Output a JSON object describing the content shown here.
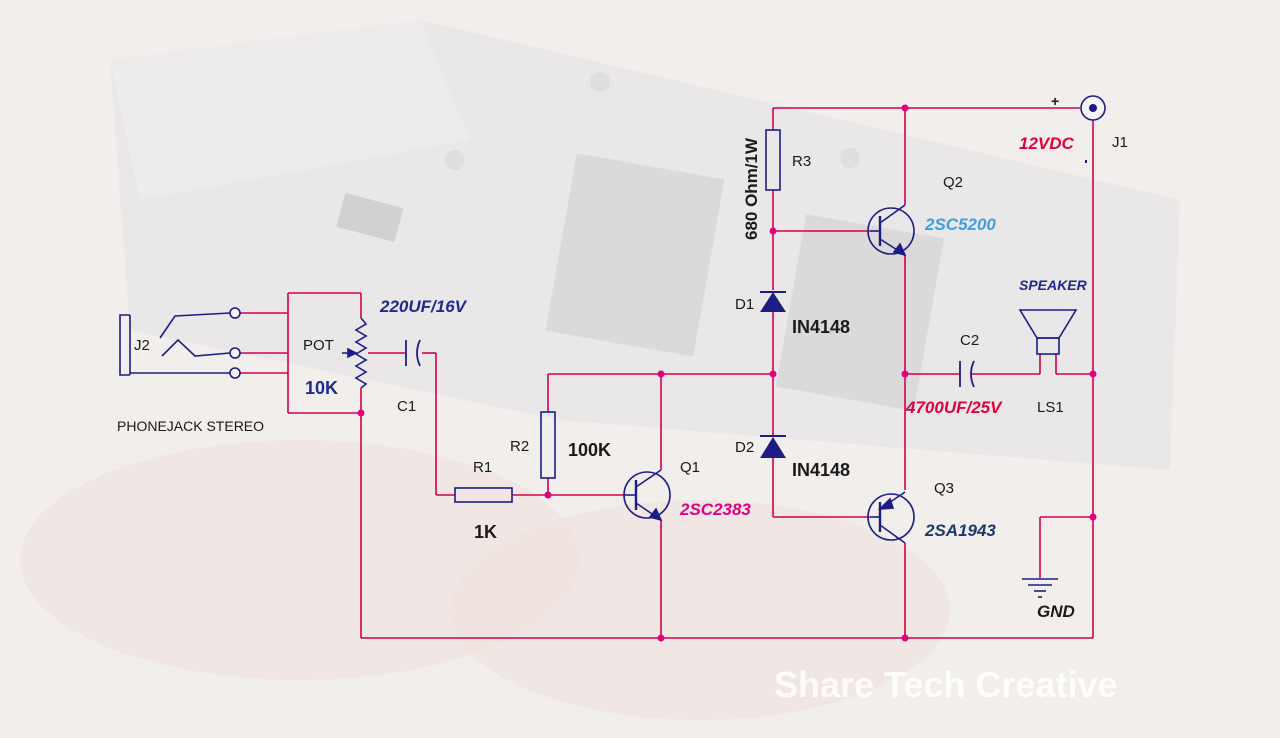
{
  "diagram": {
    "colors": {
      "wire": "#d1004f",
      "node": "#e4007c",
      "component": "#1d1d86",
      "label_dark": "#1a1a1a",
      "value_blue": "#1e2a8c",
      "transistor_part_blue": "#3aa0e0",
      "magenta_value": "#e2008a",
      "red_value": "#e0003a",
      "watermark": "#ffffff"
    },
    "labels": {
      "j2": "J2",
      "phonejack": "PHONEJACK STEREO",
      "pot": "POT",
      "pot_value": "10K",
      "c1": "C1",
      "c1_value": "220UF/16V",
      "r1": "R1",
      "r1_value": "1K",
      "r2": "R2",
      "r2_value": "100K",
      "r3": "R3",
      "r3_value": "680 Ohm/1W",
      "d1": "D1",
      "d1_value": "IN4148",
      "d2": "D2",
      "d2_value": "IN4148",
      "q1": "Q1",
      "q1_part": "2SC2383",
      "q2": "Q2",
      "q2_part": "2SC5200",
      "q3": "Q3",
      "q3_part": "2SA1943",
      "c2": "C2",
      "c2_value": "4700UF/25V",
      "speaker": "SPEAKER",
      "ls1": "LS1",
      "j1": "J1",
      "supply": "12VDC",
      "plus": "+",
      "gnd": "GND"
    },
    "watermark": "Share Tech Creative"
  }
}
